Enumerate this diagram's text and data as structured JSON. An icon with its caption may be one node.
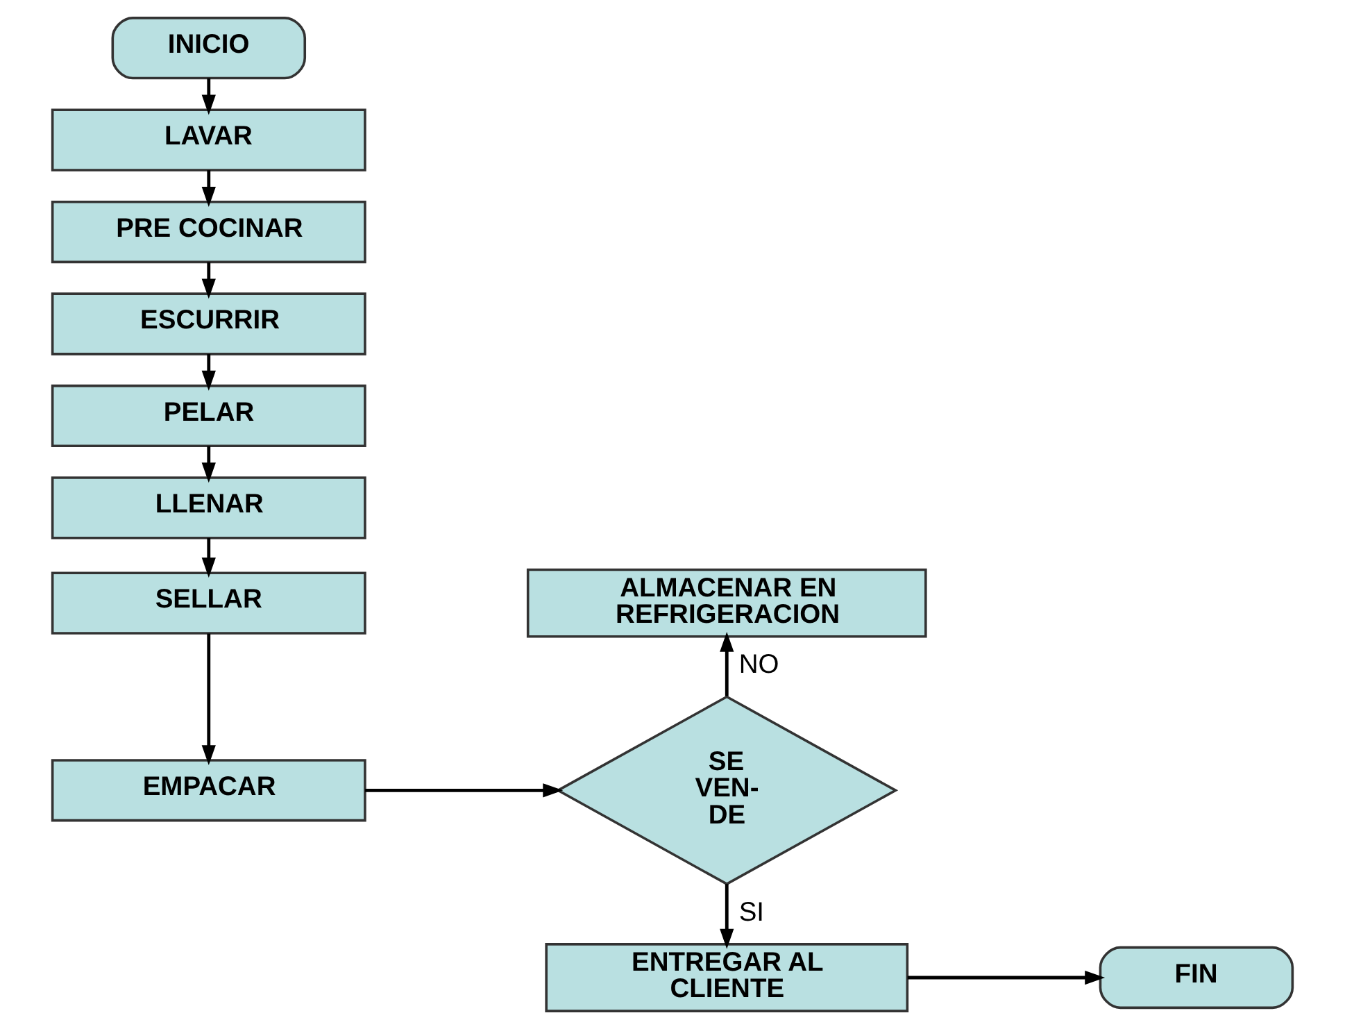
{
  "diagram": {
    "nodes": [
      {
        "text": [
          "INICIO"
        ]
      },
      {
        "text": [
          "LAVAR"
        ]
      },
      {
        "text": [
          "PRE COCINAR"
        ]
      },
      {
        "text": [
          "ESCURRIR"
        ]
      },
      {
        "text": [
          "PELAR"
        ]
      },
      {
        "text": [
          "LLENAR"
        ]
      },
      {
        "text": [
          "SELLAR"
        ]
      },
      {
        "text": [
          "EMPACAR"
        ]
      },
      {
        "text": [
          "SE VEN- DE"
        ]
      },
      {
        "text": [
          "ALMACENAR EN REFRIGERACION"
        ]
      },
      {
        "text": [
          "ENTREGAR AL CLIENTE"
        ]
      },
      {
        "text": [
          "FIN"
        ]
      }
    ],
    "edges": [
      {
        "from": 0,
        "to": 1,
        "arrow": "to"
      },
      {
        "from": 1,
        "to": 2,
        "arrow": "to"
      },
      {
        "from": 2,
        "to": 3,
        "arrow": "to"
      },
      {
        "from": 3,
        "to": 4,
        "arrow": "to"
      },
      {
        "from": 4,
        "to": 5,
        "arrow": "to"
      },
      {
        "from": 5,
        "to": 6,
        "arrow": "to"
      },
      {
        "from": 6,
        "to": 7,
        "arrow": "to"
      },
      {
        "from": 7,
        "to": 8,
        "arrow": "to"
      },
      {
        "from": 8,
        "to": 9,
        "arrow": "to",
        "label": "NO"
      },
      {
        "from": 8,
        "to": 10,
        "arrow": "to",
        "label": "SI"
      },
      {
        "from": 10,
        "to": 11,
        "arrow": "to"
      }
    ]
  }
}
